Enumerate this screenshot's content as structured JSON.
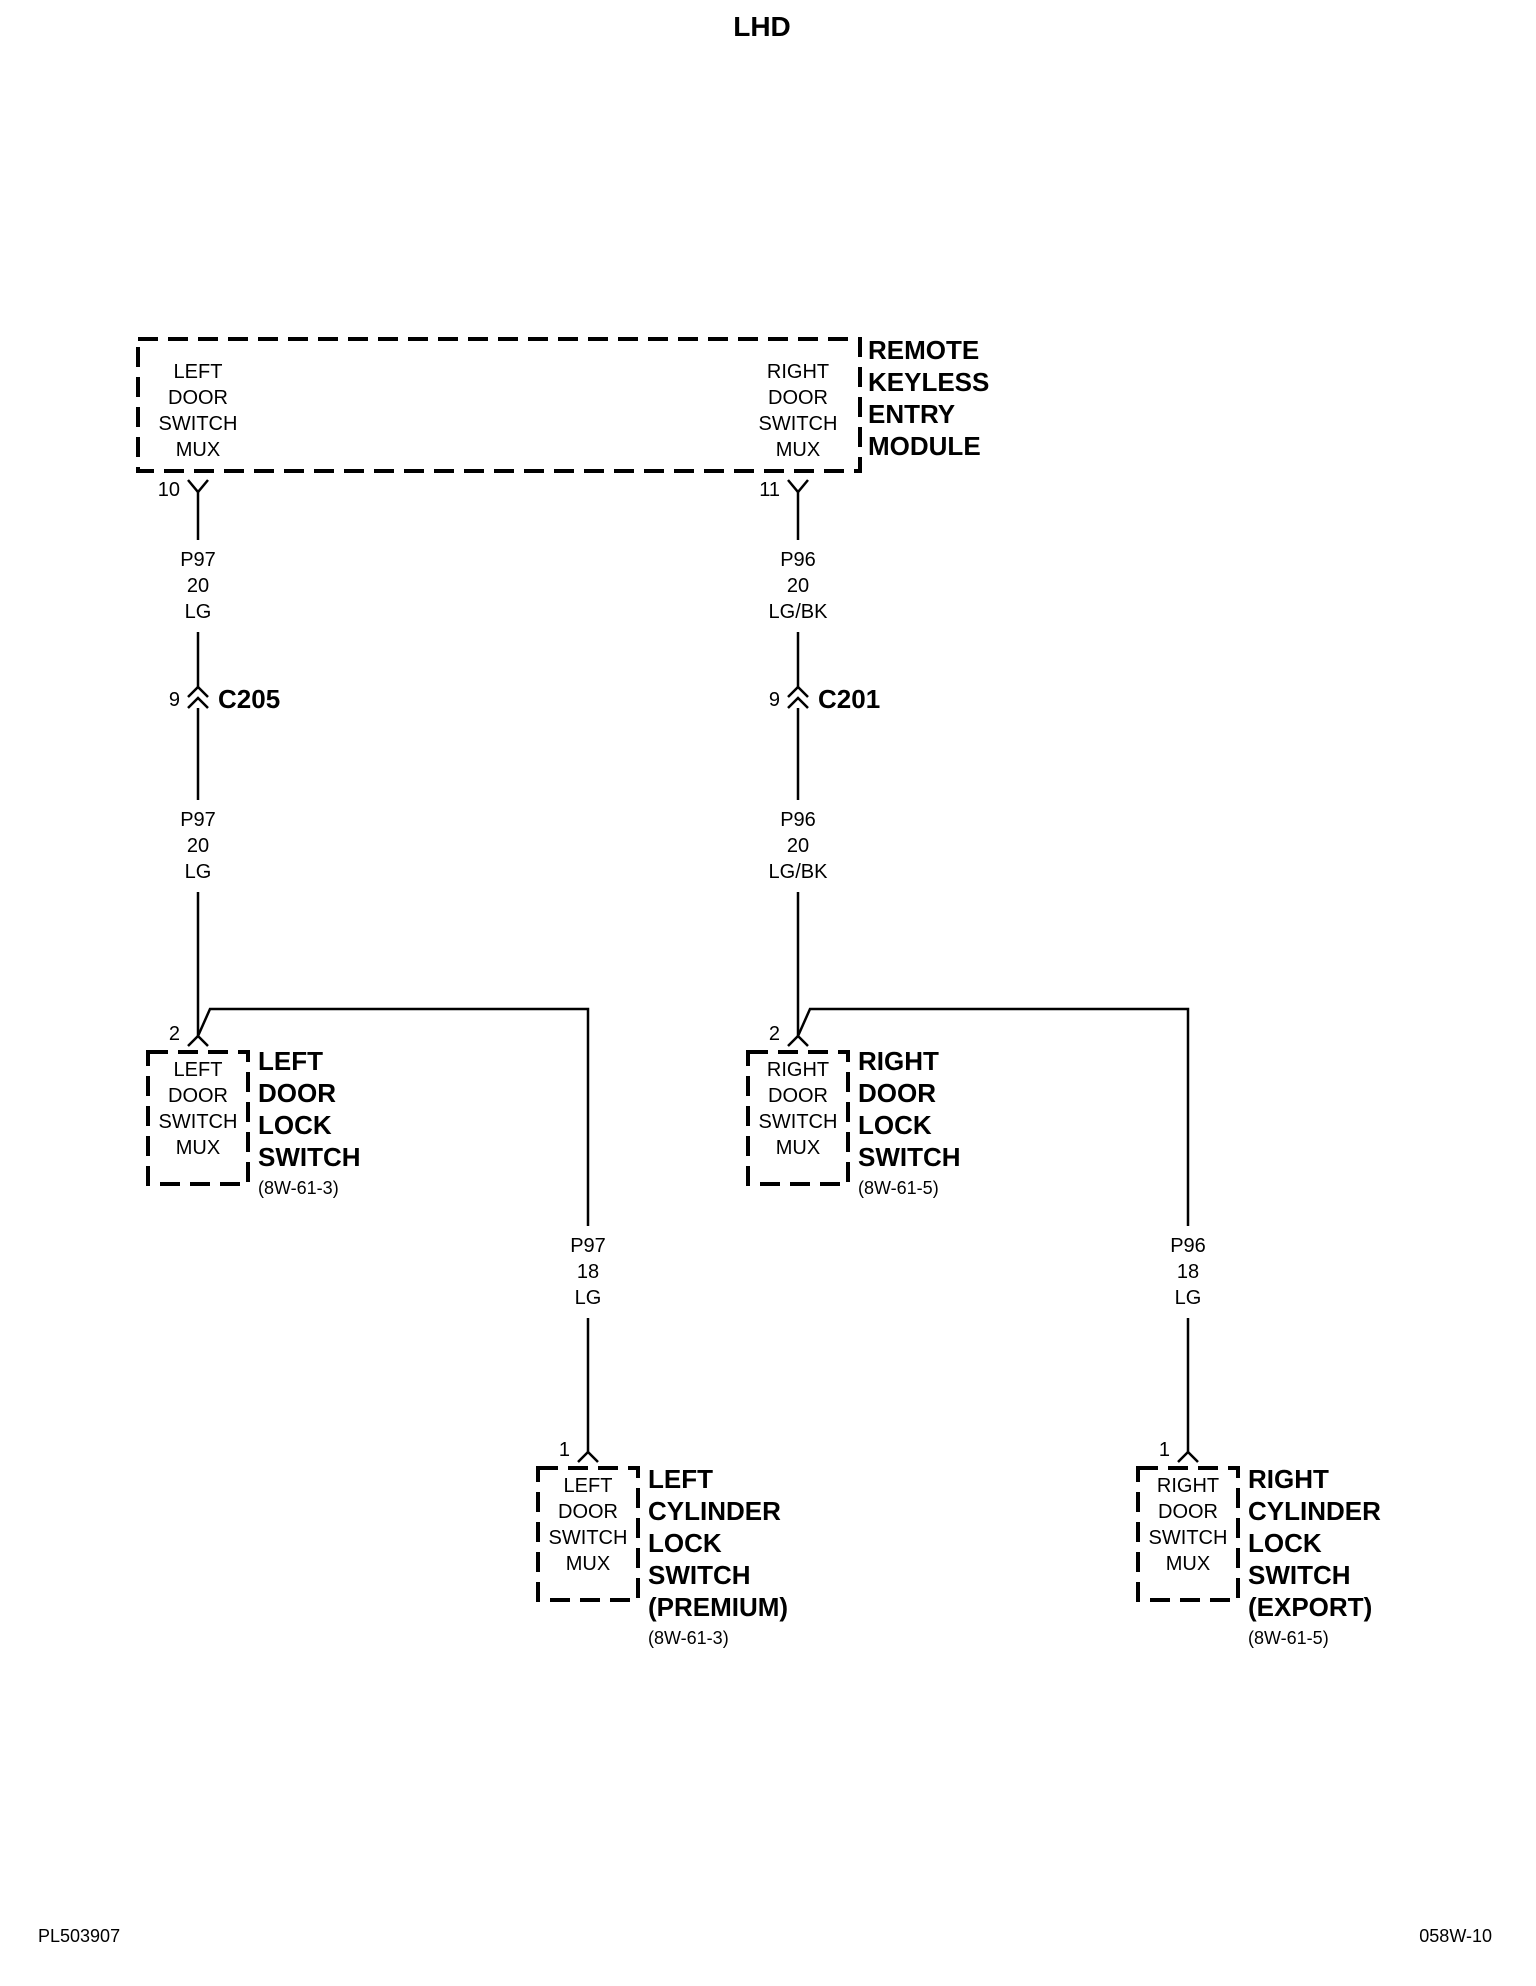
{
  "title": "LHD",
  "footer": {
    "left": "PL503907",
    "right": "058W-10"
  },
  "rke_module": {
    "label": [
      "REMOTE",
      "KEYLESS",
      "ENTRY",
      "MODULE"
    ],
    "left_port": [
      "LEFT",
      "DOOR",
      "SWITCH",
      "MUX"
    ],
    "right_port": [
      "RIGHT",
      "DOOR",
      "SWITCH",
      "MUX"
    ],
    "left_pin": "10",
    "right_pin": "11"
  },
  "wires": {
    "left_upper": [
      "P97",
      "20",
      "LG"
    ],
    "left_lower": [
      "P97",
      "20",
      "LG"
    ],
    "right_upper": [
      "P96",
      "20",
      "LG/BK"
    ],
    "right_lower": [
      "P96",
      "20",
      "LG/BK"
    ],
    "left_branch": [
      "P97",
      "18",
      "LG"
    ],
    "right_branch": [
      "P96",
      "18",
      "LG"
    ]
  },
  "connectors": {
    "left": {
      "name": "C205",
      "pin": "9"
    },
    "right": {
      "name": "C201",
      "pin": "9"
    }
  },
  "left_door_lock_switch": {
    "pin": "2",
    "inner": [
      "LEFT",
      "DOOR",
      "SWITCH",
      "MUX"
    ],
    "label": [
      "LEFT",
      "DOOR",
      "LOCK",
      "SWITCH"
    ],
    "ref": "(8W-61-3)"
  },
  "right_door_lock_switch": {
    "pin": "2",
    "inner": [
      "RIGHT",
      "DOOR",
      "SWITCH",
      "MUX"
    ],
    "label": [
      "RIGHT",
      "DOOR",
      "LOCK",
      "SWITCH"
    ],
    "ref": "(8W-61-5)"
  },
  "left_cylinder_lock_switch": {
    "pin": "1",
    "inner": [
      "LEFT",
      "DOOR",
      "SWITCH",
      "MUX"
    ],
    "label": [
      "LEFT",
      "CYLINDER",
      "LOCK",
      "SWITCH",
      "(PREMIUM)"
    ],
    "ref": "(8W-61-3)"
  },
  "right_cylinder_lock_switch": {
    "pin": "1",
    "inner": [
      "RIGHT",
      "DOOR",
      "SWITCH",
      "MUX"
    ],
    "label": [
      "RIGHT",
      "CYLINDER",
      "LOCK",
      "SWITCH",
      "(EXPORT)"
    ],
    "ref": "(8W-61-5)"
  }
}
